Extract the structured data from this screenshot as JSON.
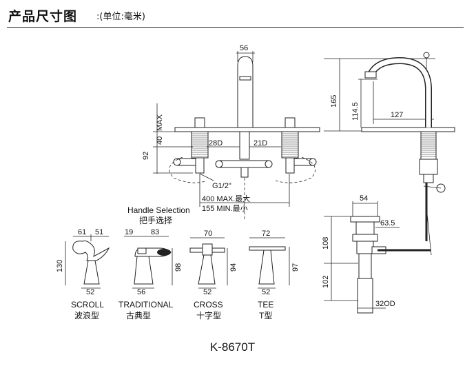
{
  "header": {
    "title": "产品尺寸图",
    "unit": ":(单位:毫米)"
  },
  "model": "K-8670T",
  "dimensions": {
    "spout_width": "56",
    "max_label": "MAX",
    "deck_40": "40",
    "body_92": "92",
    "d28": "28D",
    "d21": "21D",
    "thread": "G1/2\"",
    "span_max": "400 MAX.最大",
    "span_min": "155 MIN.最小",
    "h165": "165",
    "h1145": "114.5",
    "reach127": "127",
    "drain54": "54",
    "drain635": "63.5",
    "drain108": "108",
    "drain102": "102",
    "drain32": "32OD"
  },
  "handle_selection": {
    "en": "Handle Selection",
    "zh": "把手选择"
  },
  "handles": [
    {
      "en": "SCROLL",
      "zh": "波浪型",
      "top_left": "61",
      "top_right": "51",
      "height": "130",
      "base": "52"
    },
    {
      "en": "TRADITIONAL",
      "zh": "古典型",
      "top_left": "19",
      "top_right": "83",
      "height": "98",
      "base": "56"
    },
    {
      "en": "CROSS",
      "zh": "十字型",
      "top": "70",
      "height": "94",
      "base": "52"
    },
    {
      "en": "TEE",
      "zh": "T型",
      "top": "72",
      "height": "97",
      "base": "52"
    }
  ]
}
